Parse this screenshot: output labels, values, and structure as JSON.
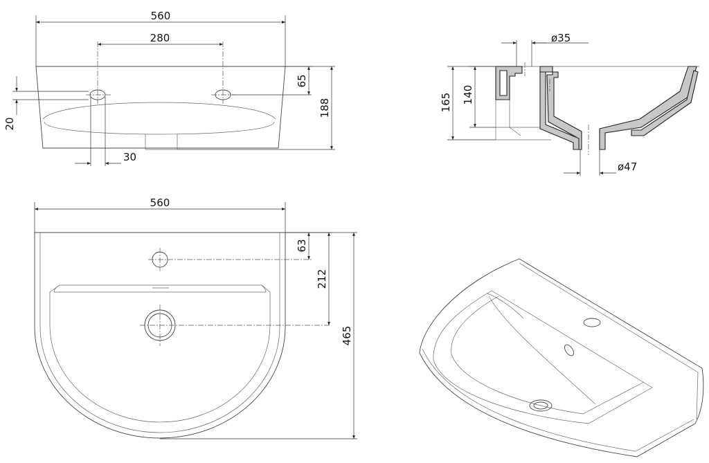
{
  "front_view": {
    "width": "560",
    "hole_spacing": "280",
    "rim_to_hole": "65",
    "height": "188",
    "hole_height": "20",
    "hole_offset": "30"
  },
  "section_view": {
    "overflow_diameter": "ø35",
    "outer_height": "165",
    "inner_height": "140",
    "drain_diameter": "ø47"
  },
  "top_view": {
    "width": "560",
    "tap_hole_offset": "63",
    "drain_offset": "212",
    "depth": "465"
  },
  "colors": {
    "line": "#444444",
    "section_fill": "#c8c8c8"
  }
}
